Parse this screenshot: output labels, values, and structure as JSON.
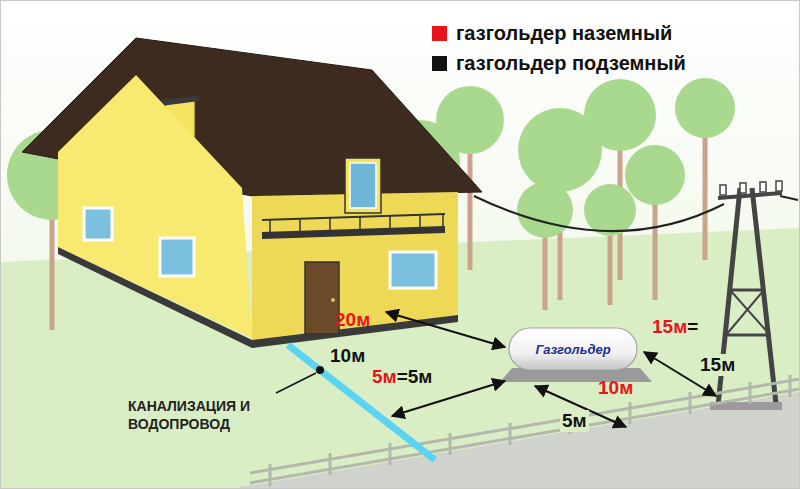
{
  "diagram": {
    "nodes": [
      {
        "text": [
          "Газгольдер"
        ]
      }
    ],
    "labels": [
      "20м",
      "10м",
      "5м",
      "=5м",
      "10м",
      "5м",
      "15м",
      "=",
      "15м",
      "КАНАЛИЗАЦИЯ И ВОДОПРОВОД"
    ],
    "legend": [
      {
        "text": "газгольдер наземный",
        "color": "#e8141b"
      },
      {
        "text": "газгольдер подземный",
        "color": "#111111"
      }
    ]
  }
}
